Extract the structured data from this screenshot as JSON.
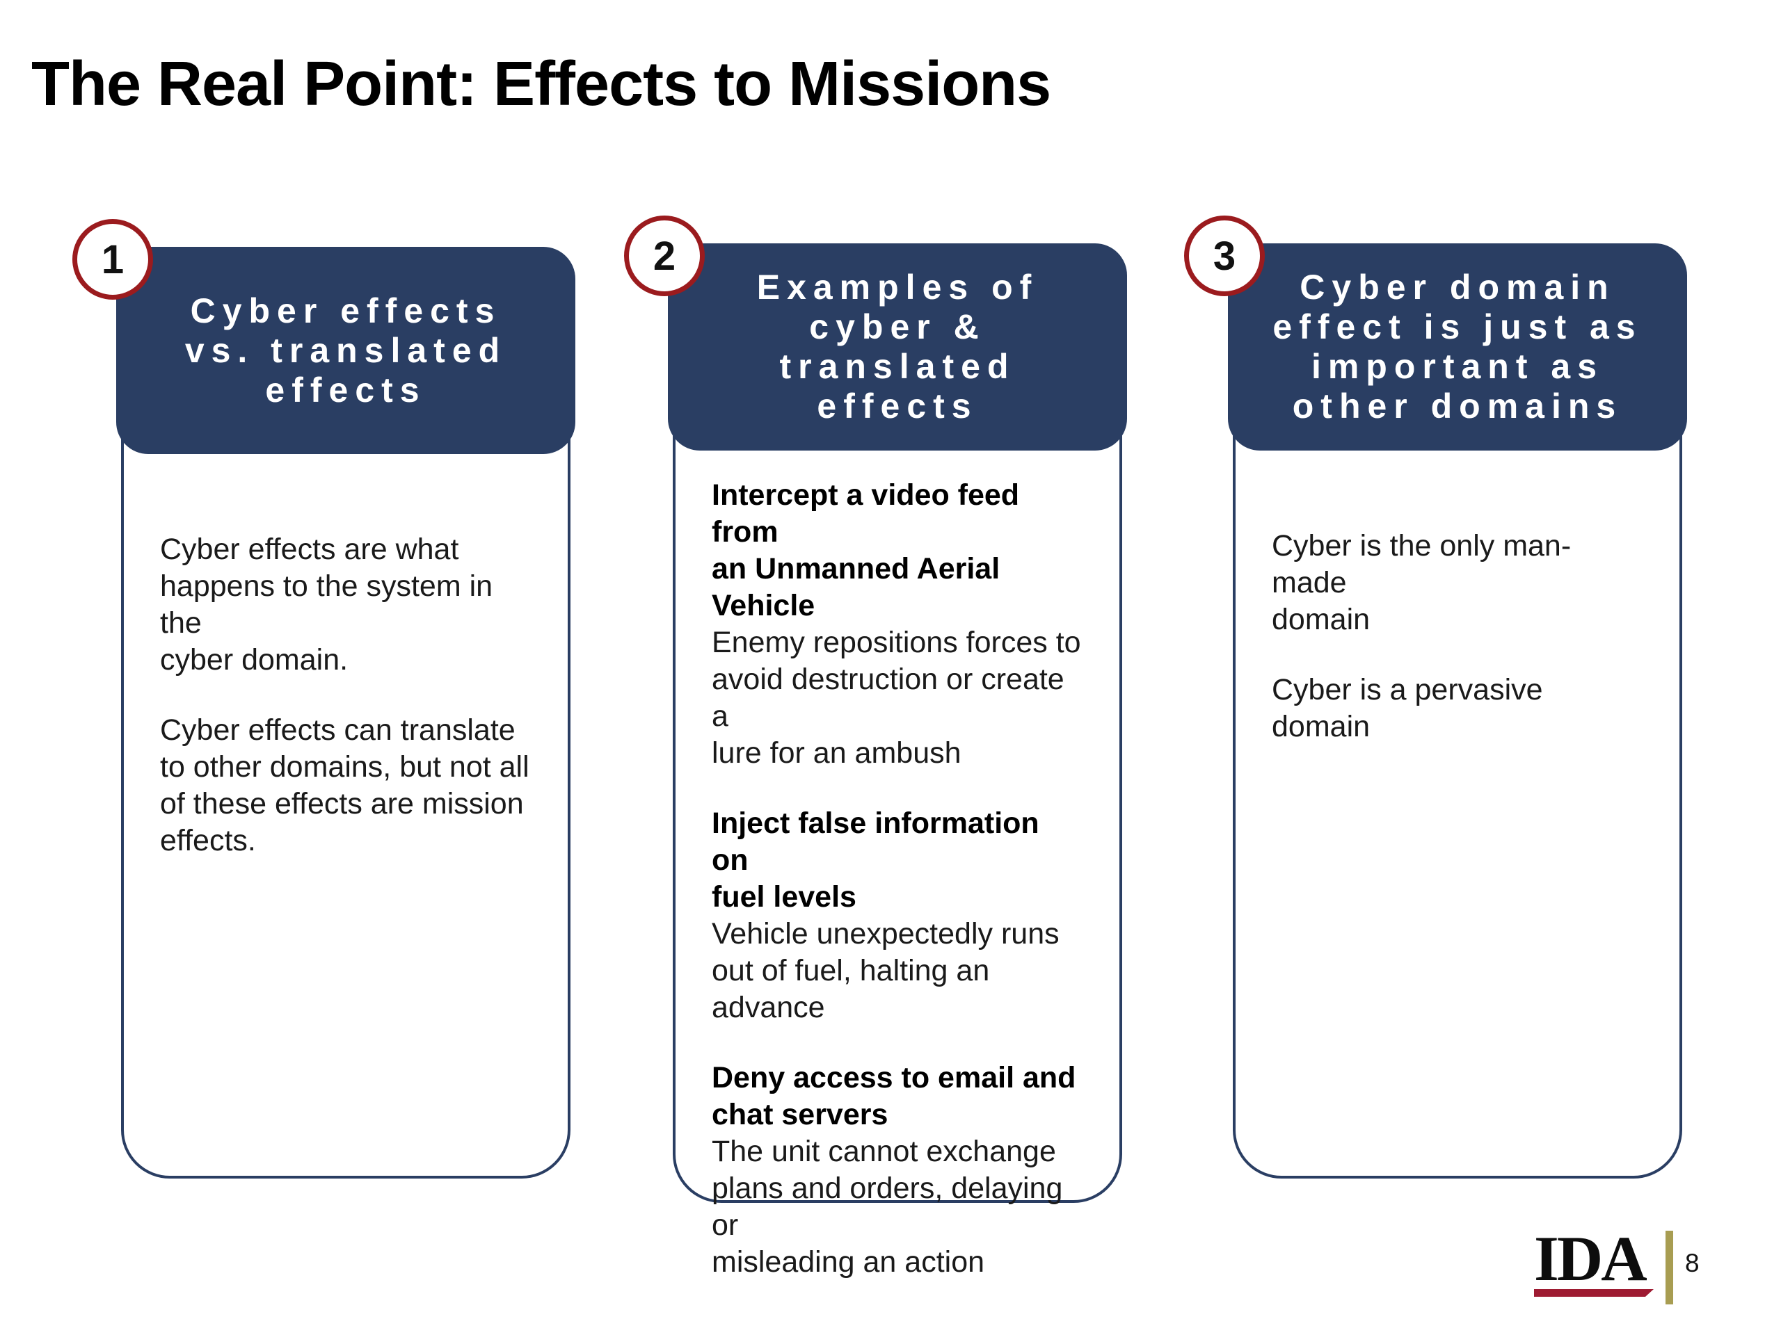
{
  "slide": {
    "title": "The Real Point: Effects to Missions",
    "page_number": "8",
    "logo_text": "IDA"
  },
  "colors": {
    "navy": "#2A3E63",
    "circle_red": "#9B1B1E",
    "logo_red": "#9E1B32",
    "logo_gold": "#A89D52",
    "body_text": "#1A1A1A"
  },
  "cards": [
    {
      "number": "1",
      "header": "Cyber effects\nvs. translated\neffects",
      "paragraphs": [
        {
          "text": "Cyber effects are what\nhappens to the system in the\ncyber domain."
        },
        {
          "text": "Cyber effects can translate\nto other domains, but not all\nof these effects are mission\neffects."
        }
      ]
    },
    {
      "number": "2",
      "header": "Examples of\ncyber &\ntranslated\neffects",
      "paragraphs": [
        {
          "bold": "Intercept a video feed from\nan Unmanned Aerial\nVehicle",
          "text": "Enemy repositions forces to\navoid destruction or create a\nlure for an ambush"
        },
        {
          "bold": "Inject false information on\nfuel levels",
          "text": "Vehicle unexpectedly runs\nout of fuel, halting an\nadvance"
        },
        {
          "bold": "Deny access to email and\nchat servers",
          "text": "The unit cannot exchange\nplans and orders, delaying or\nmisleading an action"
        }
      ]
    },
    {
      "number": "3",
      "header": "Cyber domain\neffect is just as\nimportant as\nother domains",
      "paragraphs": [
        {
          "text": "Cyber is the only man-made\ndomain"
        },
        {
          "text": "Cyber is a pervasive domain"
        }
      ]
    }
  ]
}
